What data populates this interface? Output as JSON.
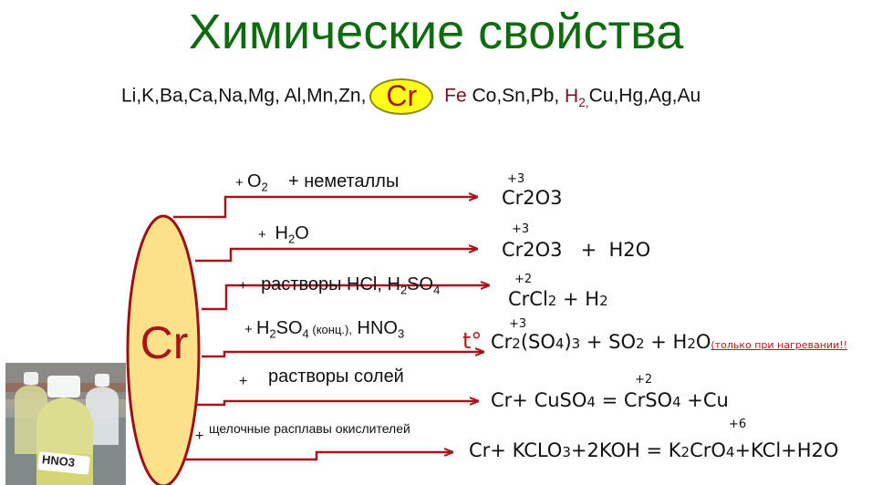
{
  "slide": {
    "title": "Химические свойства",
    "activity_series": {
      "before": "Li,K,Ba,Ca,Na,Mg, Al,Mn,Zn,",
      "highlight": "Cr",
      "fe": "Fe",
      "middle": " Co,Sn,Pb, ",
      "h2_base": "H",
      "h2_sub": "2,",
      "after": "Cu,Hg,Ag,Au"
    },
    "central_element": "Cr",
    "colors": {
      "title": "#0f6b0f",
      "arrows": "#a8141a",
      "ellipse_fill": "#fde08a",
      "ellipse_border": "#9a1414",
      "highlight_fill": "#ffff1a",
      "note": "#c0141a"
    },
    "photo": {
      "label": "HNO3"
    },
    "reactions": [
      {
        "condition": {
          "plus1": "+ ",
          "o": "O",
          "o_sub": "2",
          "plus2": "+ неметаллы"
        },
        "oxidation": "+3",
        "product": "Cr2O3"
      },
      {
        "condition": {
          "plus": "+ ",
          "h": "H",
          "h_sub": "2",
          "o": "O"
        },
        "oxidation": "+3",
        "product": "Cr2O3   +  H2O"
      },
      {
        "condition": {
          "plus": "+ ",
          "text": "растворы HCl, H",
          "sub": "2",
          "so": "SO",
          "sub2": "4"
        },
        "oxidation": "+2",
        "product": {
          "a": "CrCl",
          "a_sub": "2",
          "b": " + H",
          "b_sub": "2"
        }
      },
      {
        "condition": {
          "plus": "+ ",
          "h": "H",
          "h_sub": "2",
          "so": "SO",
          "so_sub": "4",
          "conc": " (конц.),",
          "hno": " HNO",
          "hno_sub": "3"
        },
        "temperature": "t°",
        "oxidation": "+3",
        "product": {
          "a": "Cr",
          "a_sub": "2",
          "b": "(SO",
          "b_sub": "4",
          "c": ")",
          "c_sub": "3",
          "d": " + SO",
          "d_sub": "2",
          "e": " + H",
          "e_sub": "2",
          "f": "O"
        },
        "note": "(только при нагревании!!"
      },
      {
        "condition": {
          "plus": "+",
          "text": "растворы солей"
        },
        "oxidation": "+2",
        "product": {
          "a": "Cr+ CuSO",
          "a_sub": "4",
          "b": " = CrSO",
          "b_sub": "4",
          "c": " +Cu"
        }
      },
      {
        "condition": {
          "plus": "+",
          "text": "щелочные расплавы окислителей"
        },
        "oxidation": "+6",
        "product": {
          "a": "Cr+ KCLO",
          "a_sub": "3",
          "b": "+2KOH = K",
          "b_sub": "2",
          "c": "CrO",
          "c_sub": "4",
          "d": "+KCl+H2O"
        }
      }
    ]
  }
}
